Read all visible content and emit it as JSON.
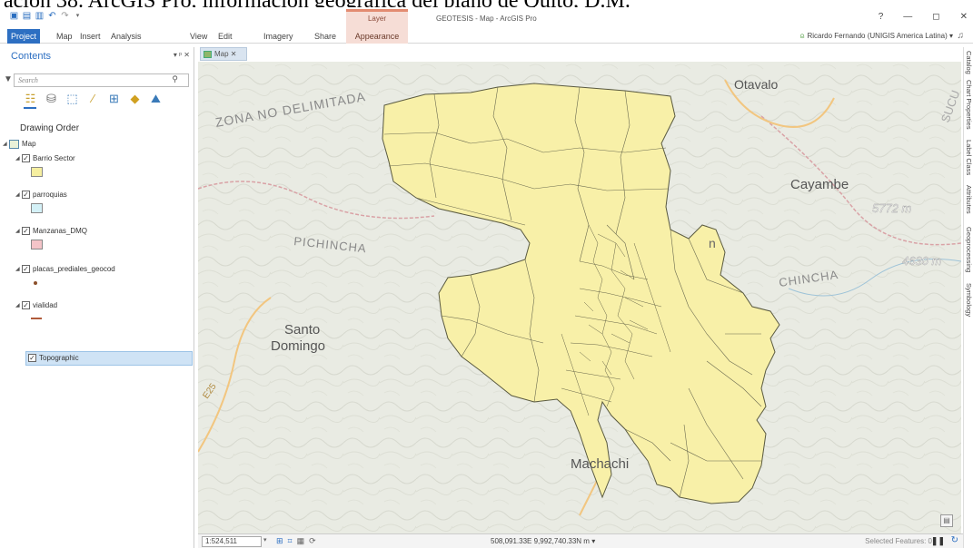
{
  "caption": "ación 38. ArcGIS Pro, información geográfica del plano de Quito, D.M.",
  "app": {
    "title": "GEOTESIS - Map - ArcGIS Pro",
    "context_tab_group": "Layer",
    "window_controls": [
      "?",
      "—",
      "◻",
      "✕"
    ]
  },
  "ribbon": {
    "tabs": [
      "Project",
      "Map",
      "Insert",
      "Analysis",
      "View",
      "Edit",
      "Imagery",
      "Share",
      "Appearance"
    ],
    "user": "Ricardo Fernando (UNIGIS America Latina) ▾"
  },
  "contents": {
    "title": "Contents",
    "controls": "▾ ᵖ ✕",
    "search_placeholder": "Search",
    "drawing_order": "Drawing Order",
    "map_name": "Map",
    "layers": [
      {
        "name": "Barrio Sector",
        "checked": true,
        "symbol": "#f6efa0"
      },
      {
        "name": "parroquias",
        "checked": true,
        "symbol": "#d4f1f7"
      },
      {
        "name": "Manzanas_DMQ",
        "checked": true,
        "symbol": "#f4c4c8"
      },
      {
        "name": "placas_prediales_geocod",
        "checked": true,
        "symbol": "point"
      },
      {
        "name": "vialidad",
        "checked": true,
        "symbol": "line"
      },
      {
        "name": "Topographic",
        "checked": true,
        "symbol": "basemap"
      }
    ]
  },
  "map": {
    "tab_label": "Map",
    "tab_close": "✕",
    "labels": {
      "zona": "ZONA NO DELIMITADA",
      "otavalo": "Otavalo",
      "cayambe": "Cayambe",
      "peak1": "5772 m",
      "peak2": "4630 m",
      "pichincha_w": "PICHINCHA",
      "pichincha_e": "CHINCHA",
      "santo": "Santo",
      "domingo": "Domingo",
      "machachi": "Machachi",
      "road": "E25",
      "sucu": "SUCU",
      "n_frag": "n"
    },
    "fill_color": "#f8f0a8",
    "stroke_color": "#5a5a40"
  },
  "side_tabs": [
    "Catalog",
    "Chart Properties",
    "Label Class",
    "Attributes",
    "Geoprocessing",
    "Symbology"
  ],
  "status": {
    "scale": "1:524,511",
    "coordinates": "508,091.33E 9,992,740.33N m ▾",
    "selected_features": "Selected Features: 0"
  }
}
